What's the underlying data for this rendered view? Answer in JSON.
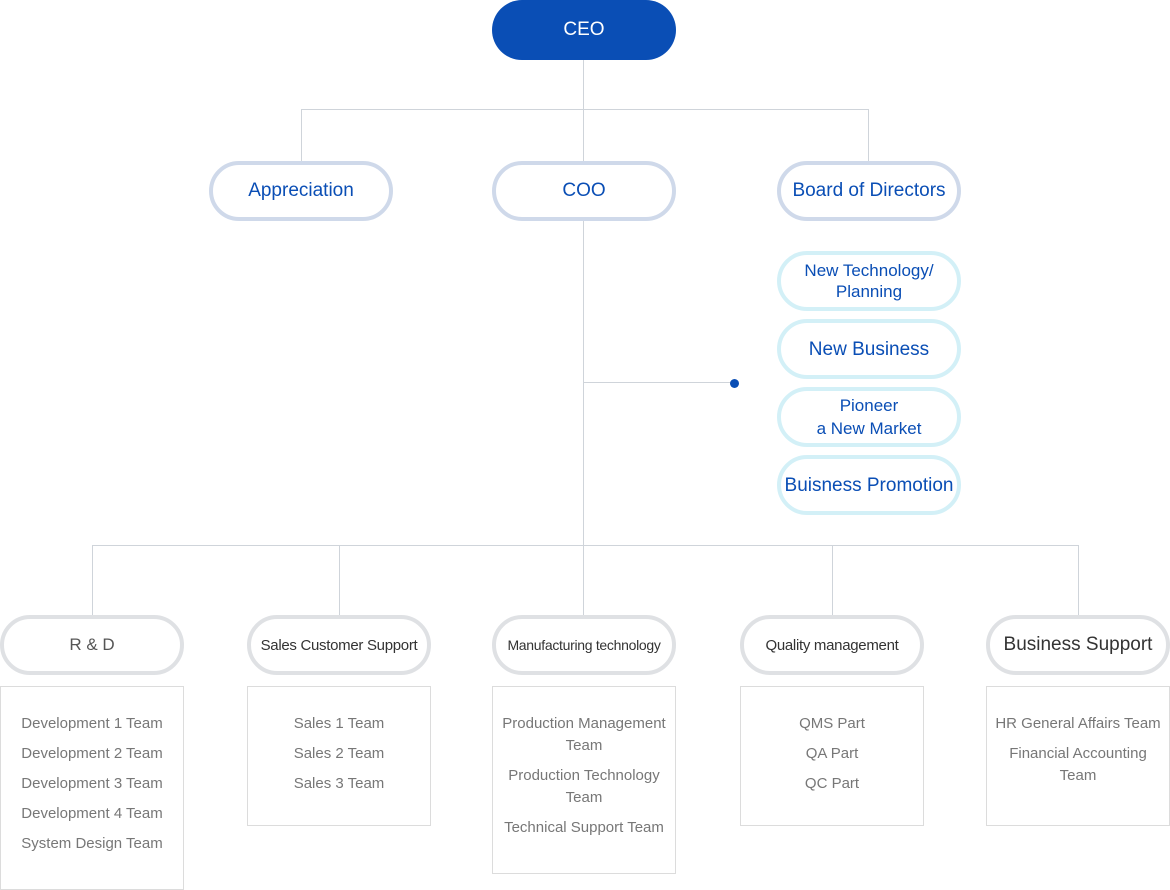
{
  "ceo": {
    "label": "CEO"
  },
  "level2": {
    "appreciation": "Appreciation",
    "coo": "COO",
    "board": "Board of Directors"
  },
  "board_units": [
    "New Technology/\nPlanning",
    "New Business",
    "Pioneer\na New Market",
    "Buisness Promotion"
  ],
  "divisions": [
    {
      "label": "R & D",
      "teams": [
        "Development 1 Team",
        "Development 2 Team",
        "Development 3 Team",
        "Development 4 Team",
        "System Design Team"
      ]
    },
    {
      "label": "Sales Customer Support",
      "teams": [
        "Sales 1 Team",
        "Sales 2 Team",
        "Sales 3 Team"
      ]
    },
    {
      "label": "Manufacturing technology",
      "teams": [
        "Production Management Team",
        "Production Technology Team",
        "Technical Support Team"
      ]
    },
    {
      "label": "Quality management",
      "teams": [
        "QMS Part",
        "QA Part",
        "QC Part"
      ]
    },
    {
      "label": "Business Support",
      "teams": [
        "HR General Affairs Team",
        "Financial Accounting Team"
      ]
    }
  ],
  "colors": {
    "primary": "#0a4eb5",
    "line": "#cfd4da"
  }
}
